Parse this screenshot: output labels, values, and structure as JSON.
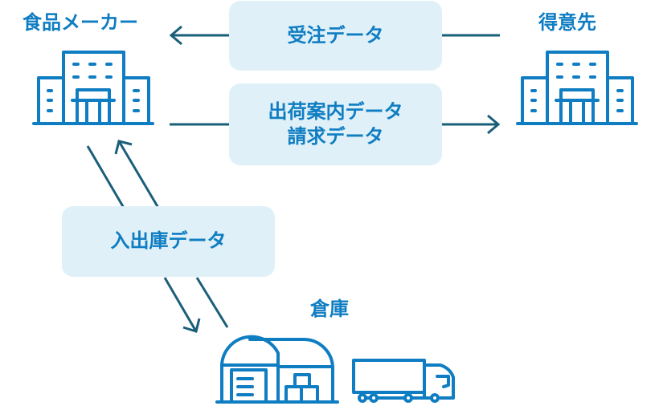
{
  "nodes": {
    "maker": {
      "label": "食品メーカー",
      "icon": "office-building-icon"
    },
    "customer": {
      "label": "得意先",
      "icon": "office-building-icon"
    },
    "warehouse": {
      "label": "倉庫",
      "icons": [
        "warehouse-icon",
        "truck-icon"
      ]
    }
  },
  "flows": {
    "order": {
      "label": "受注データ",
      "direction": "得意先 → 食品メーカー"
    },
    "shipping": {
      "line1": "出荷案内データ",
      "line2": "請求データ",
      "direction": "食品メーカー → 得意先"
    },
    "inventory": {
      "label": "入出庫データ",
      "direction": "食品メーカー ⇄ 倉庫"
    }
  },
  "colors": {
    "icon": "#0f7dc2",
    "arrow": "#1a5f7a",
    "box_bg": "#dff0f8",
    "text": "#0f7dc2"
  }
}
